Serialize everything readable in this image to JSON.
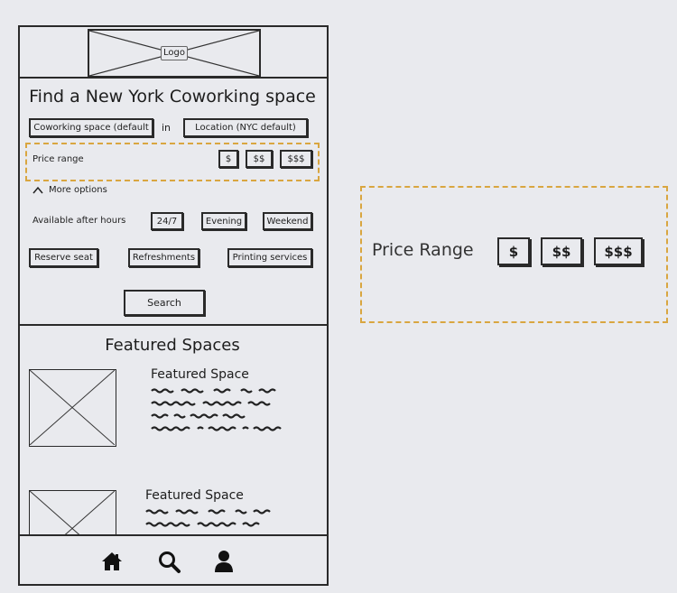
{
  "header": {
    "logo_label": "Logo"
  },
  "search": {
    "title": "Find a New York Coworking space",
    "type_select": "Coworking space (default",
    "in_label": "in",
    "location_select": "Location (NYC default)",
    "price_label": "Price range",
    "price_options": [
      "$",
      "$$",
      "$$$"
    ],
    "more_options": "More options",
    "after_hours_label": "Available after hours",
    "after_hours_options": [
      "24/7",
      "Evening",
      "Weekend"
    ],
    "amenities": [
      "Reserve seat",
      "Refreshments",
      "Printing services"
    ],
    "search_button": "Search"
  },
  "featured": {
    "heading": "Featured Spaces",
    "cards": [
      {
        "title": "Featured Space"
      },
      {
        "title": "Featured Space"
      }
    ]
  },
  "bottom_nav": {
    "icons": [
      "home-icon",
      "search-icon",
      "user-icon"
    ]
  },
  "callout": {
    "label": "Price Range",
    "options": [
      "$",
      "$$",
      "$$$"
    ],
    "accent_color": "#d9a640"
  }
}
